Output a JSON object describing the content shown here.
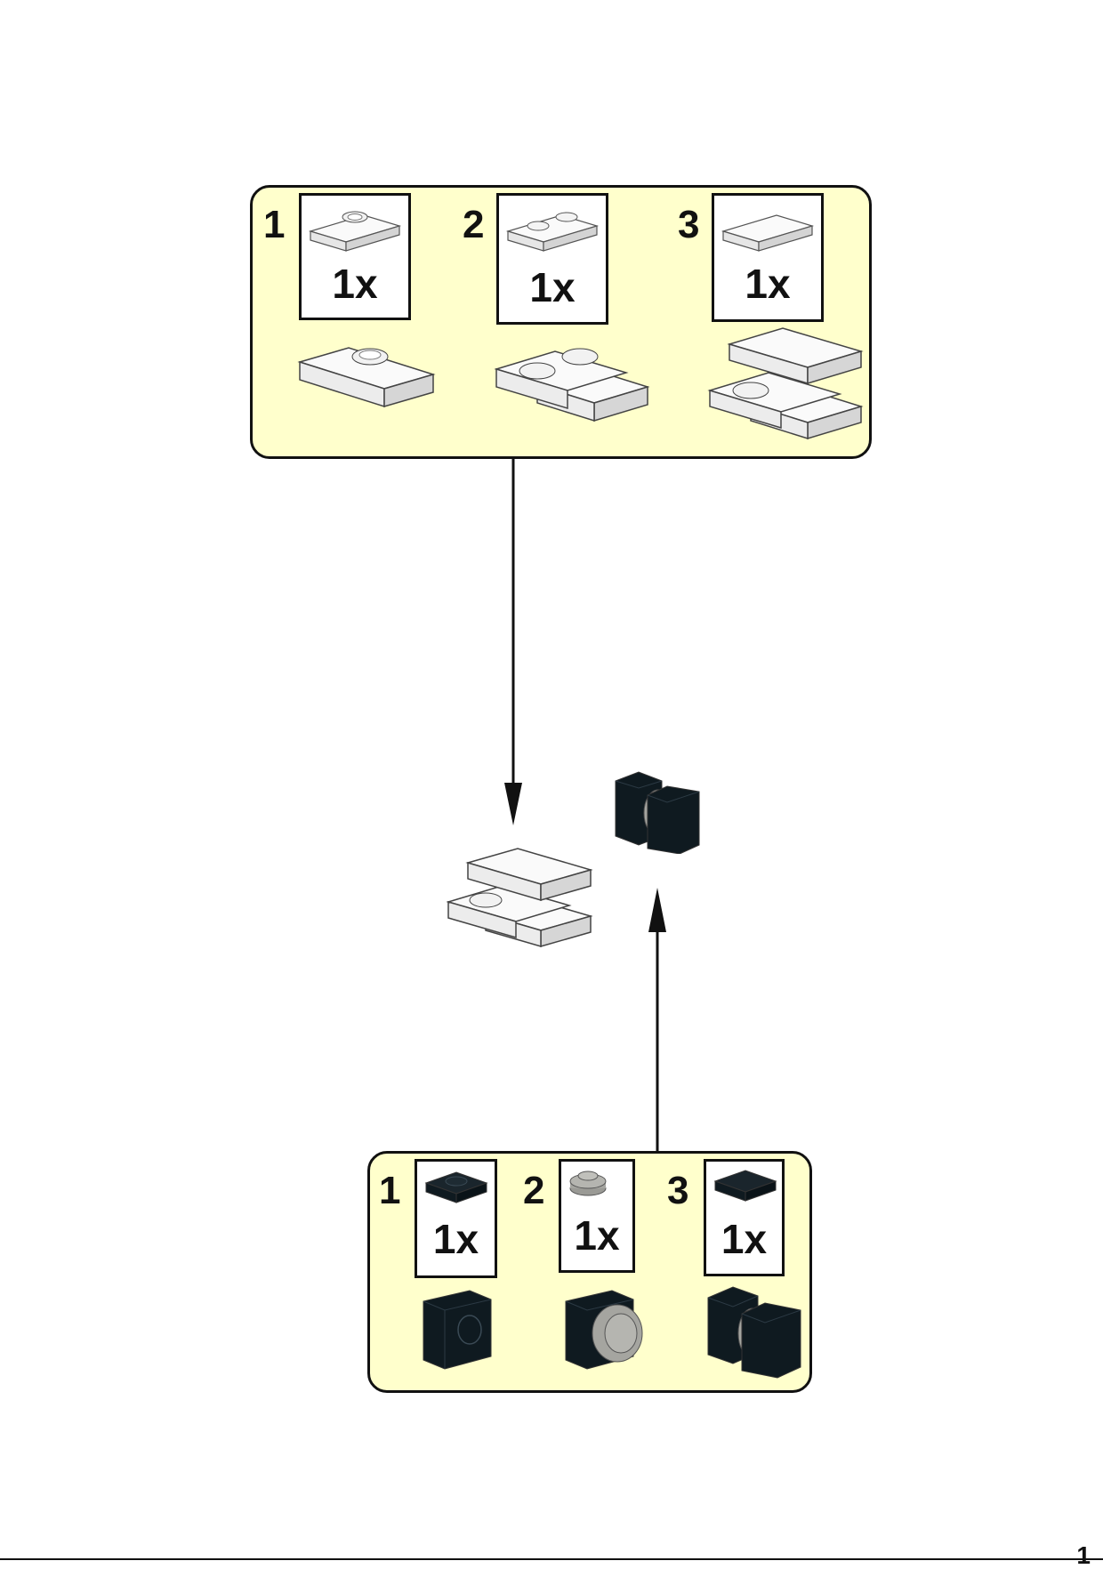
{
  "top_panel": {
    "steps": [
      {
        "number": "1",
        "qty": "1x",
        "part": "jumper-plate-1x2"
      },
      {
        "number": "2",
        "qty": "1x",
        "part": "plate-1x2"
      },
      {
        "number": "3",
        "qty": "1x",
        "part": "tile-1x2"
      }
    ],
    "color": "#ffffcc"
  },
  "bottom_panel": {
    "steps": [
      {
        "number": "1",
        "qty": "1x",
        "part": "black-plate-1x1"
      },
      {
        "number": "2",
        "qty": "1x",
        "part": "gray-round-plate-1x1"
      },
      {
        "number": "3",
        "qty": "1x",
        "part": "black-tile-1x1"
      }
    ],
    "color": "#ffffcc"
  },
  "page_number": "1",
  "colors": {
    "white_part": "#f4f4f4",
    "black_part": "#0f1a20",
    "gray_part": "#a5a5a0",
    "outline": "#111111"
  }
}
